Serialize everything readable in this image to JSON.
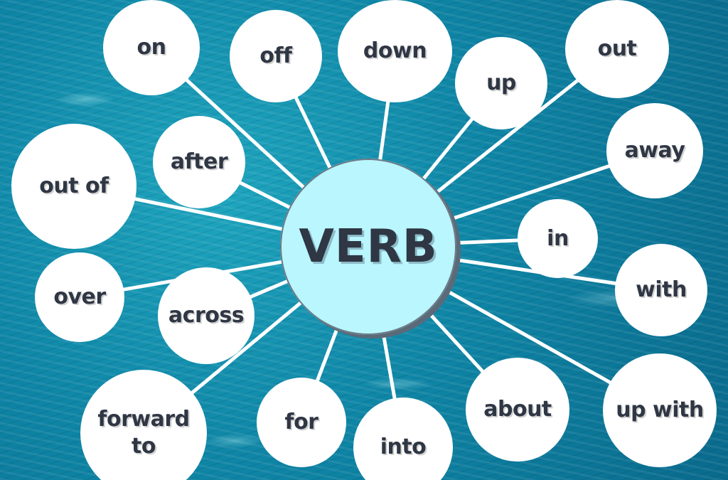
{
  "center": {
    "label": "VERB"
  },
  "particles": [
    "on",
    "off",
    "down",
    "up",
    "out",
    "away",
    "after",
    "out of",
    "in",
    "over",
    "with",
    "across",
    "forward\nto",
    "for",
    "into",
    "about",
    "up with"
  ],
  "colors": {
    "bubble": "#ffffff",
    "center": "#b9f6fe",
    "text": "#2f3644",
    "line": "#ffffff"
  }
}
